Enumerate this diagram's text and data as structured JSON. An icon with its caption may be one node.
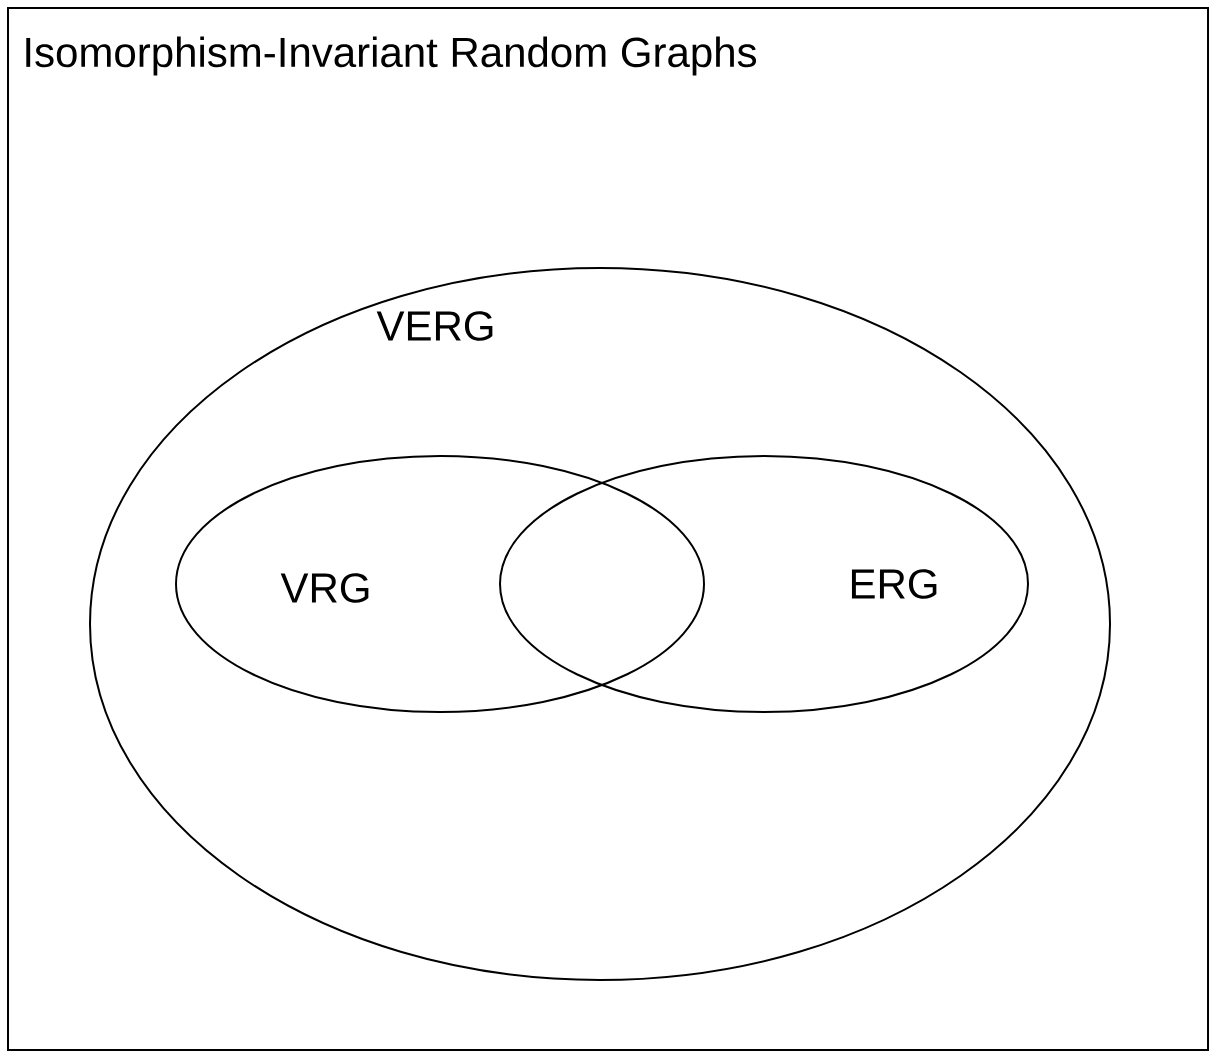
{
  "diagram": {
    "nodes": [
      {
        "text": [
          "Isomorphism-Invariant Random Graphs"
        ]
      },
      {
        "text": [
          "VERG"
        ],
        "in": 0
      },
      {
        "text": [
          "VRG"
        ],
        "in": 1
      },
      {
        "text": [
          "ERG"
        ],
        "in": 1
      }
    ]
  }
}
